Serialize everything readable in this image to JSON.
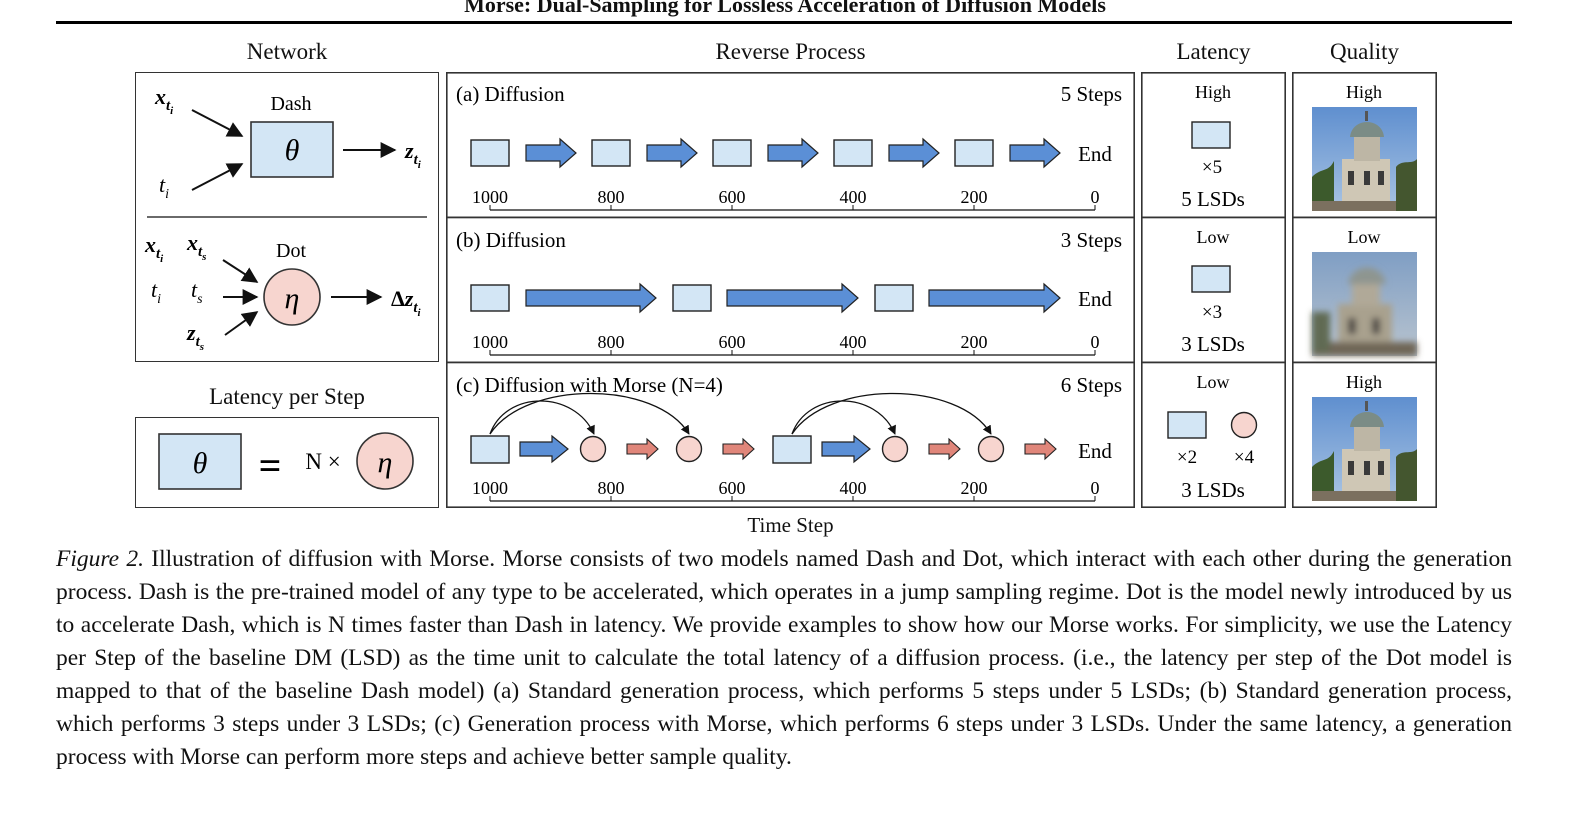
{
  "paper_title": "Morse: Dual-Sampling for Lossless Acceleration of Diffusion Models",
  "headers": {
    "network": "Network",
    "reverse": "Reverse Process",
    "latency": "Latency",
    "quality": "Quality",
    "latency_per_step": "Latency per Step",
    "time_step": "Time Step"
  },
  "network": {
    "dash_label": "Dash",
    "dot_label": "Dot",
    "theta": "θ",
    "eta": "η"
  },
  "lps": {
    "equals": "=",
    "n_times": "N ×"
  },
  "rows": [
    {
      "label": "(a) Diffusion",
      "steps": "5 Steps",
      "end": "End",
      "ticks": [
        "1000",
        "800",
        "600",
        "400",
        "200",
        "0"
      ],
      "latency_level": "High",
      "multiplier": "×5",
      "lsd": "5 LSDs",
      "quality_level": "High"
    },
    {
      "label": "(b) Diffusion",
      "steps": "3 Steps",
      "end": "End",
      "ticks": [
        "1000",
        "800",
        "600",
        "400",
        "200",
        "0"
      ],
      "latency_level": "Low",
      "multiplier": "×3",
      "lsd": "3 LSDs",
      "quality_level": "Low"
    },
    {
      "label": "(c) Diffusion with Morse (N=4)",
      "steps": "6 Steps",
      "end": "End",
      "ticks": [
        "1000",
        "800",
        "600",
        "400",
        "200",
        "0"
      ],
      "latency_level": "Low",
      "multiplier_dash": "×2",
      "multiplier_dot": "×4",
      "lsd": "3 LSDs",
      "quality_level": "High"
    }
  ],
  "caption": {
    "label": "Figure 2.",
    "text": " Illustration of diffusion with Morse. Morse consists of two models named Dash and Dot, which interact with each other during the generation process. Dash is the pre-trained model of any type to be accelerated, which operates in a jump sampling regime. Dot is the model newly introduced by us to accelerate Dash, which is N times faster than Dash in latency. We provide examples to show how our Morse works. For simplicity, we use the Latency per Step of the baseline DM (LSD) as the time unit to calculate the total latency of a diffusion process. (i.e., the latency per step of the Dot model is mapped to that of the baseline Dash model) (a) Standard generation process, which performs 5 steps under 5 LSDs; (b) Standard generation process, which performs 3 steps under 3 LSDs; (c) Generation process with Morse, which performs 6 steps under 3 LSDs. Under the same latency, a generation process with Morse can perform more steps and achieve better sample quality."
  },
  "colors": {
    "dash_fill": "#d3e6f5",
    "dot_fill": "#f7d5cf",
    "arrow_blue": "#5b8fd6",
    "arrow_red": "#e0867a",
    "border": "#333333"
  },
  "icons": [
    "arrow-icon",
    "curved-arrow-icon",
    "building-photo"
  ]
}
